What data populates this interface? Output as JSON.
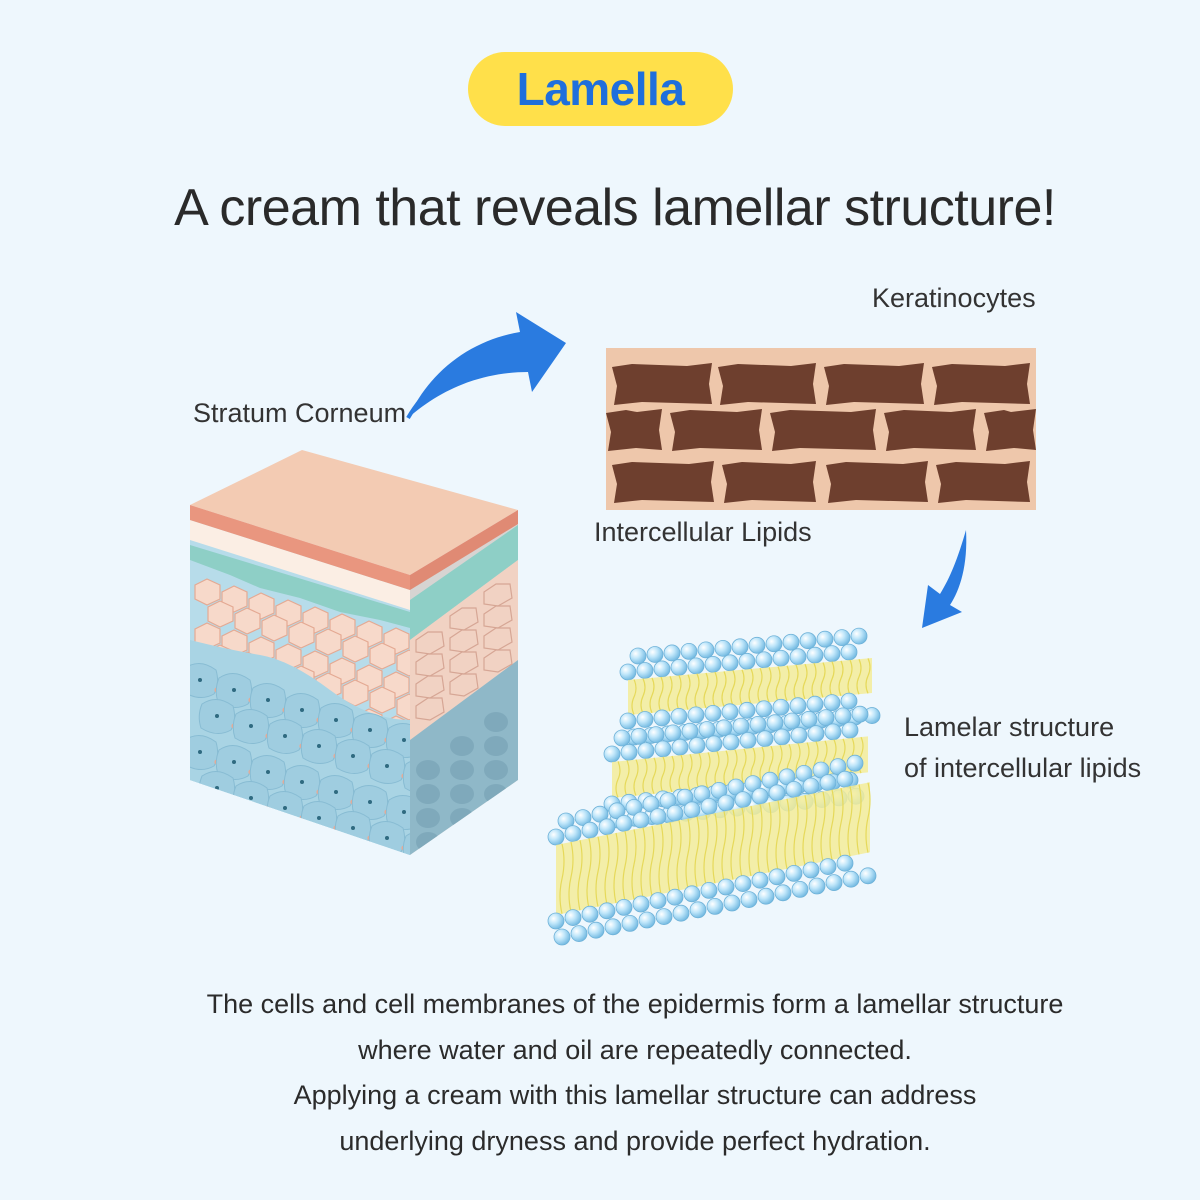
{
  "badge": {
    "text": "Lamella"
  },
  "headline": "A cream that reveals lamellar structure!",
  "labels": {
    "stratum_corneum": "Stratum Corneum",
    "keratinocytes": "Keratinocytes",
    "intercellular_lipids": "Intercellular Lipids",
    "lamellar_line1": "Lamelar structure",
    "lamellar_line2": "of intercellular lipids"
  },
  "caption": {
    "line1": "The cells and cell membranes of the epidermis form a lamellar structure",
    "line2": "where water and oil are repeatedly connected.",
    "line3": "Applying a cream with this lamellar structure can address",
    "line4": "underlying dryness and provide perfect hydration."
  },
  "colors": {
    "badge_bg": "#ffe04a",
    "badge_text": "#1f6fdc",
    "arrow": "#2a7be0",
    "brick": "#6e3f2e",
    "mortar": "#eec7ab",
    "skin_top": "#f3cbb3",
    "skin_edge": "#e9967f",
    "teal": "#8ecfc6",
    "cell_pink": "#f7d9ca",
    "cell_blue": "#a9d4e4",
    "lipid_head": "#a7d9f4",
    "lipid_tail": "#f3ec99"
  },
  "icons": [
    "skin-layers-icon",
    "brick-wall-icon",
    "lipid-bilayer-icon",
    "curved-arrow-icon"
  ]
}
